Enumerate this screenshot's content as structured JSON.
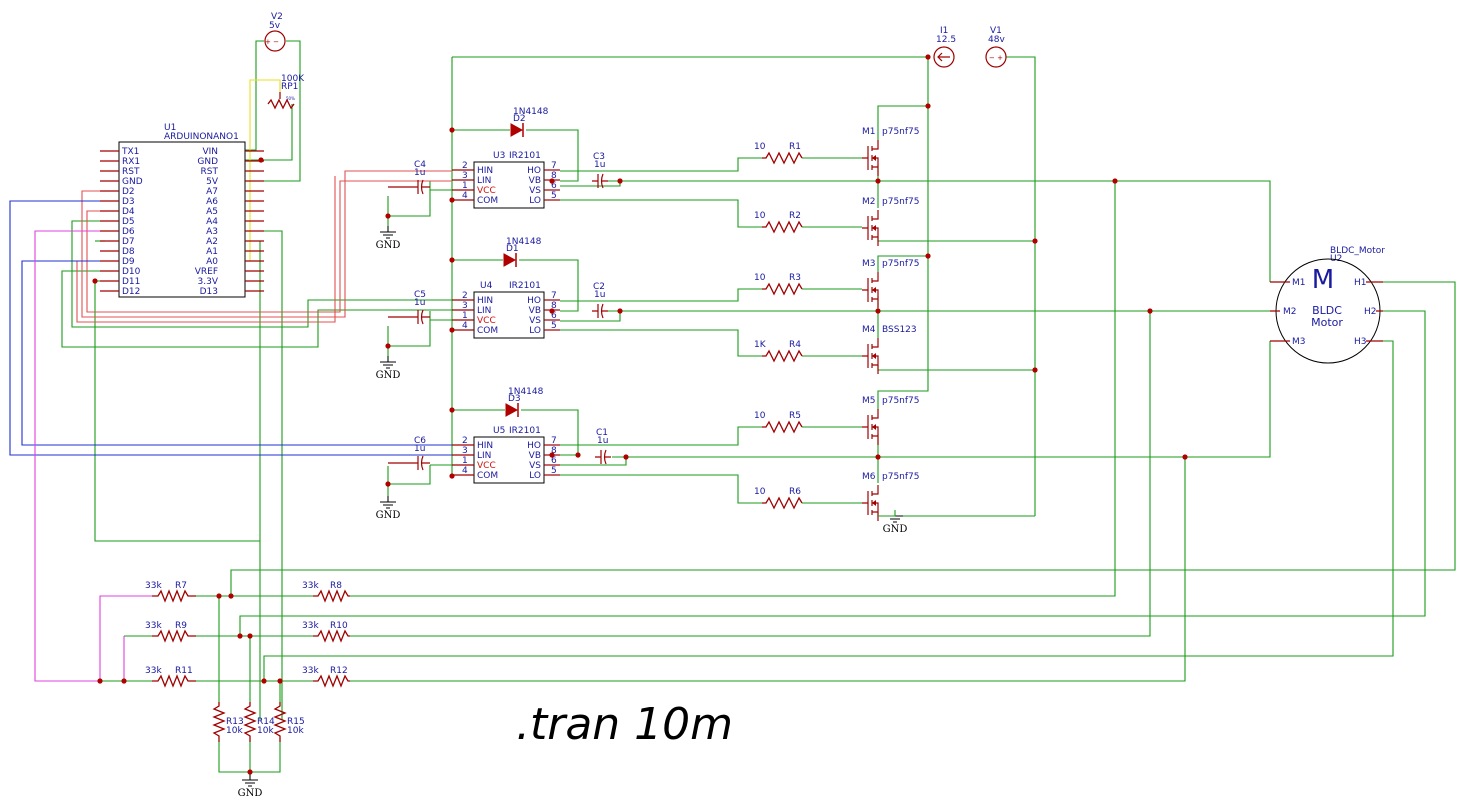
{
  "arduino": {
    "ref": "U1",
    "name": "ARDUINONANO1",
    "left_pins": [
      "TX1",
      "RX1",
      "RST",
      "GND",
      "D2",
      "D3",
      "D4",
      "D5",
      "D6",
      "D7",
      "D8",
      "D9",
      "D10",
      "D11",
      "D12"
    ],
    "right_pins": [
      "VIN",
      "GND",
      "RST",
      "5V",
      "A7",
      "A6",
      "A5",
      "A4",
      "A3",
      "A2",
      "A1",
      "A0",
      "VREF",
      "3.3V",
      "D13"
    ]
  },
  "drivers": [
    {
      "ref": "U3",
      "part": "IR2101",
      "cap_boot": "C3",
      "cap_boot_val": "1u",
      "cap_vcc": "C4",
      "cap_vcc_val": "1u",
      "diode": "D2",
      "diode_part": "1N4148"
    },
    {
      "ref": "U4",
      "part": "IR2101",
      "cap_boot": "C2",
      "cap_boot_val": "1u",
      "cap_vcc": "C5",
      "cap_vcc_val": "1u",
      "diode": "D1",
      "diode_part": "1N4148"
    },
    {
      "ref": "U5",
      "part": "IR2101",
      "cap_boot": "C1",
      "cap_boot_val": "1u",
      "cap_vcc": "C6",
      "cap_vcc_val": "1u",
      "diode": "D3",
      "diode_part": "1N4148"
    }
  ],
  "driver_pins": {
    "left": [
      {
        "num": "2",
        "name": "HIN"
      },
      {
        "num": "3",
        "name": "LIN"
      },
      {
        "num": "1",
        "name": "VCC"
      },
      {
        "num": "4",
        "name": "COM"
      }
    ],
    "right": [
      {
        "num": "7",
        "name": "HO"
      },
      {
        "num": "8",
        "name": "VB"
      },
      {
        "num": "6",
        "name": "VS"
      },
      {
        "num": "5",
        "name": "LO"
      }
    ]
  },
  "mosfets": [
    {
      "ref": "M1",
      "part": "p75nf75",
      "gate_res": "R1",
      "gate_val": "10"
    },
    {
      "ref": "M2",
      "part": "p75nf75",
      "gate_res": "R2",
      "gate_val": "10"
    },
    {
      "ref": "M3",
      "part": "p75nf75",
      "gate_res": "R3",
      "gate_val": "10"
    },
    {
      "ref": "M4",
      "part": "BSS123",
      "gate_res": "R4",
      "gate_val": "1K"
    },
    {
      "ref": "M5",
      "part": "p75nf75",
      "gate_res": "R5",
      "gate_val": "10"
    },
    {
      "ref": "M6",
      "part": "p75nf75",
      "gate_res": "R6",
      "gate_val": "10"
    }
  ],
  "sources": {
    "v2_ref": "V2",
    "v2_val": "5v",
    "i1_ref": "I1",
    "i1_val": "12.5",
    "v1_ref": "V1",
    "v1_val": "48v",
    "pot_ref": "RP1",
    "pot_val": "100K",
    "pot_small": "50%"
  },
  "motor": {
    "ref": "U2",
    "name": "BLDC_Motor",
    "glyph": "M",
    "line1": "BLDC",
    "line2": "Motor",
    "pins": [
      "M1",
      "M2",
      "M3",
      "H1",
      "H2",
      "H3"
    ]
  },
  "divider": {
    "left_res": [
      {
        "ref": "R7",
        "val": "33k"
      },
      {
        "ref": "R9",
        "val": "33k"
      },
      {
        "ref": "R11",
        "val": "33k"
      }
    ],
    "right_res": [
      {
        "ref": "R8",
        "val": "33k"
      },
      {
        "ref": "R10",
        "val": "33k"
      },
      {
        "ref": "R12",
        "val": "33k"
      }
    ],
    "bottom_res": [
      {
        "ref": "R13",
        "val": "10k"
      },
      {
        "ref": "R14",
        "val": "10k"
      },
      {
        "ref": "R15",
        "val": "10k"
      }
    ]
  },
  "gnd_label": "GND",
  "directive": ".tran 10m"
}
